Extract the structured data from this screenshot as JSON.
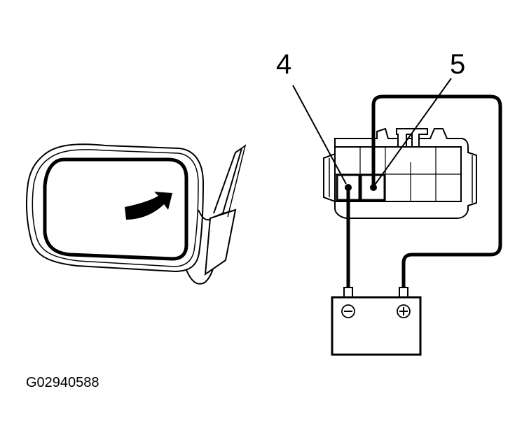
{
  "diagram": {
    "callouts": {
      "pin_4": "4",
      "pin_5": "5"
    },
    "battery": {
      "negative_symbol": "⊖",
      "positive_symbol": "⊕"
    },
    "figure_code": "G02940588",
    "colors": {
      "ink": "#000000",
      "paper": "#ffffff"
    }
  }
}
